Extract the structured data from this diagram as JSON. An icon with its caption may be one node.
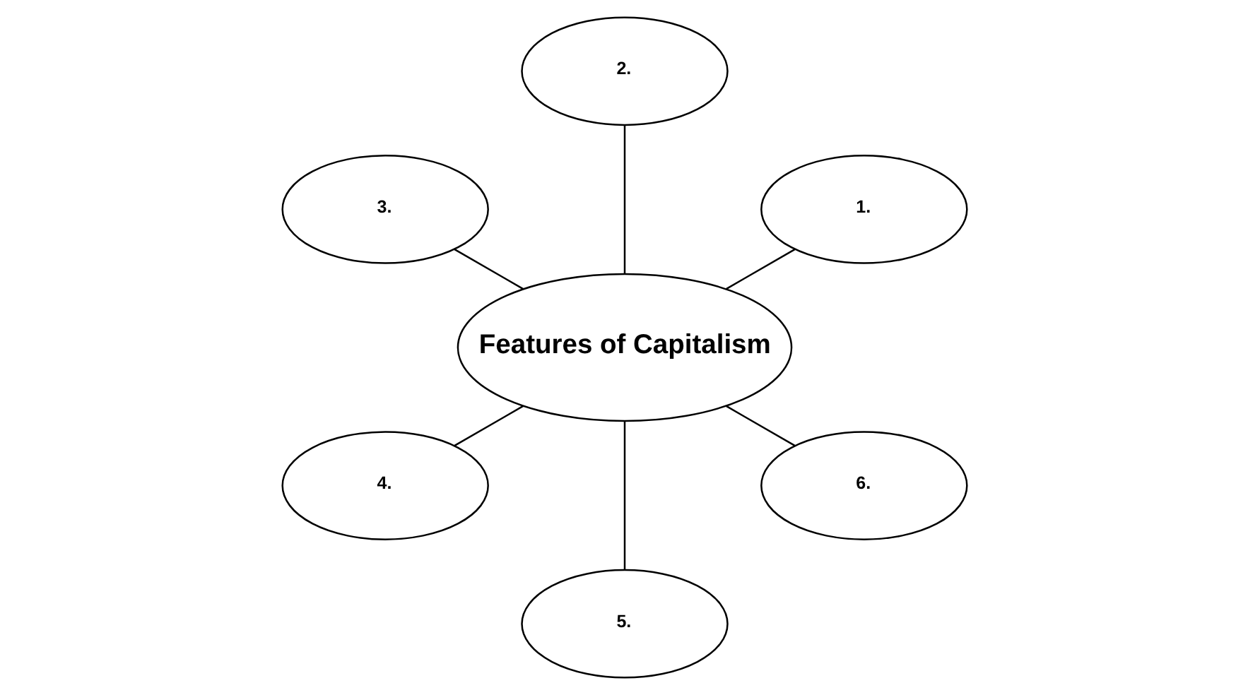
{
  "diagram": {
    "nodes": [
      {
        "text": [
          "Features of Capitalism"
        ]
      },
      {
        "text": [
          "1."
        ]
      },
      {
        "text": [
          "2."
        ]
      },
      {
        "text": [
          "3."
        ]
      },
      {
        "text": [
          "4."
        ]
      },
      {
        "text": [
          "5."
        ]
      },
      {
        "text": [
          "6."
        ]
      }
    ],
    "edges": [
      {
        "from": 0,
        "to": 1,
        "arrow": "none"
      },
      {
        "from": 0,
        "to": 2,
        "arrow": "none"
      },
      {
        "from": 0,
        "to": 3,
        "arrow": "none"
      },
      {
        "from": 0,
        "to": 4,
        "arrow": "none"
      },
      {
        "from": 0,
        "to": 5,
        "arrow": "none"
      },
      {
        "from": 0,
        "to": 6,
        "arrow": "none"
      }
    ]
  }
}
